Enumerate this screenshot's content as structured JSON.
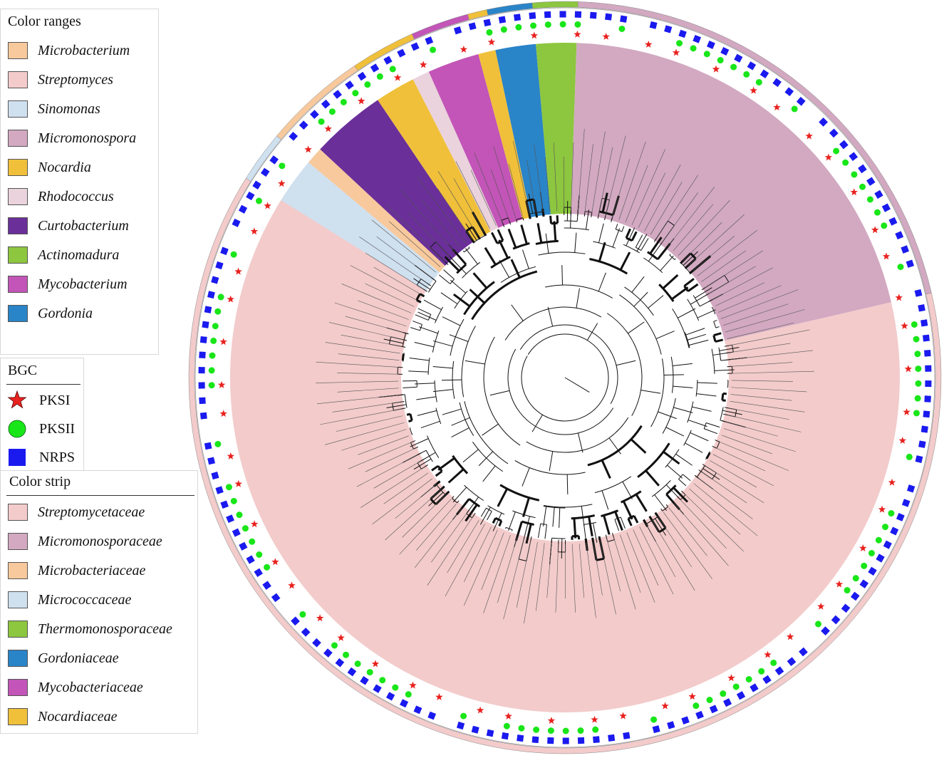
{
  "legend_color_ranges": {
    "title": "Color ranges",
    "items": [
      {
        "label": "Microbacterium",
        "color": "#f8c99c"
      },
      {
        "label": "Streptomyces",
        "color": "#f3cbcb"
      },
      {
        "label": "Sinomonas",
        "color": "#cfe0ef"
      },
      {
        "label": "Micromonospora",
        "color": "#d2a9c1"
      },
      {
        "label": "Nocardia",
        "color": "#f0c03a"
      },
      {
        "label": "Rhodococcus",
        "color": "#ead3dc"
      },
      {
        "label": "Curtobacterium",
        "color": "#6a2f99"
      },
      {
        "label": "Actinomadura",
        "color": "#8dc63f"
      },
      {
        "label": "Mycobacterium",
        "color": "#c255b7"
      },
      {
        "label": "Gordonia",
        "color": "#2a84c8"
      }
    ]
  },
  "legend_bgc": {
    "title": "BGC",
    "items": [
      {
        "label": "PKSI",
        "icon": "red-star-icon",
        "color": "#e8221f"
      },
      {
        "label": "PKSII",
        "icon": "green-circle-icon",
        "color": "#19e619"
      },
      {
        "label": "NRPS",
        "icon": "blue-square-icon",
        "color": "#1a1aef"
      }
    ]
  },
  "legend_color_strip": {
    "title": "Color strip",
    "items": [
      {
        "label": "Streptomycetaceae",
        "color": "#f3cbcb"
      },
      {
        "label": "Micromonosporaceae",
        "color": "#d2a9c1"
      },
      {
        "label": "Microbacteriaceae",
        "color": "#f8c99c"
      },
      {
        "label": "Micrococcaceae",
        "color": "#cfe0ef"
      },
      {
        "label": "Thermomonosporaceae",
        "color": "#8dc63f"
      },
      {
        "label": "Gordoniaceae",
        "color": "#2a84c8"
      },
      {
        "label": "Mycobacteriaceae",
        "color": "#c255b7"
      },
      {
        "label": "Nocardiaceae",
        "color": "#f0c03a"
      }
    ]
  },
  "tree": {
    "sectors": [
      {
        "genus": "Sinomonas",
        "color": "#cfe0ef",
        "start_deg": 210,
        "end_deg": 220
      },
      {
        "genus": "Microbacterium",
        "color": "#f8c99c",
        "start_deg": 220,
        "end_deg": 223
      },
      {
        "genus": "Curtobacterium",
        "color": "#6a2f99",
        "start_deg": 223,
        "end_deg": 236
      },
      {
        "genus": "Nocardia",
        "color": "#f0c03a",
        "start_deg": 236,
        "end_deg": 243
      },
      {
        "genus": "Rhodococcus",
        "color": "#ead3dc",
        "start_deg": 243,
        "end_deg": 246
      },
      {
        "genus": "Mycobacterium",
        "color": "#c255b7",
        "start_deg": 246,
        "end_deg": 255
      },
      {
        "genus": "Nocardia",
        "color": "#f0c03a",
        "start_deg": 255,
        "end_deg": 258
      },
      {
        "genus": "Gordonia",
        "color": "#2a84c8",
        "start_deg": 258,
        "end_deg": 265
      },
      {
        "genus": "Actinomadura",
        "color": "#8dc63f",
        "start_deg": 265,
        "end_deg": 272
      },
      {
        "genus": "Micromonospora",
        "color": "#d2a9c1",
        "start_deg": 272,
        "end_deg": 347
      },
      {
        "genus": "Streptomyces",
        "color": "#f3cbcb",
        "start_deg": 347,
        "end_deg": 572
      }
    ],
    "family_strip": [
      {
        "family": "Micrococcaceae",
        "color": "#cfe0ef",
        "start_deg": 210,
        "end_deg": 220
      },
      {
        "family": "Microbacteriaceae",
        "color": "#f8c99c",
        "start_deg": 220,
        "end_deg": 236
      },
      {
        "family": "Nocardiaceae",
        "color": "#f0c03a",
        "start_deg": 236,
        "end_deg": 246
      },
      {
        "family": "Mycobacteriaceae",
        "color": "#c255b7",
        "start_deg": 246,
        "end_deg": 255
      },
      {
        "family": "Nocardiaceae",
        "color": "#f0c03a",
        "start_deg": 255,
        "end_deg": 258
      },
      {
        "family": "Gordoniaceae",
        "color": "#2a84c8",
        "start_deg": 258,
        "end_deg": 265
      },
      {
        "family": "Thermomonosporaceae",
        "color": "#8dc63f",
        "start_deg": 265,
        "end_deg": 272
      },
      {
        "family": "Micromonosporaceae",
        "color": "#d2a9c1",
        "start_deg": 272,
        "end_deg": 347
      },
      {
        "family": "Streptomycetaceae",
        "color": "#f3cbcb",
        "start_deg": 347,
        "end_deg": 572
      }
    ]
  }
}
